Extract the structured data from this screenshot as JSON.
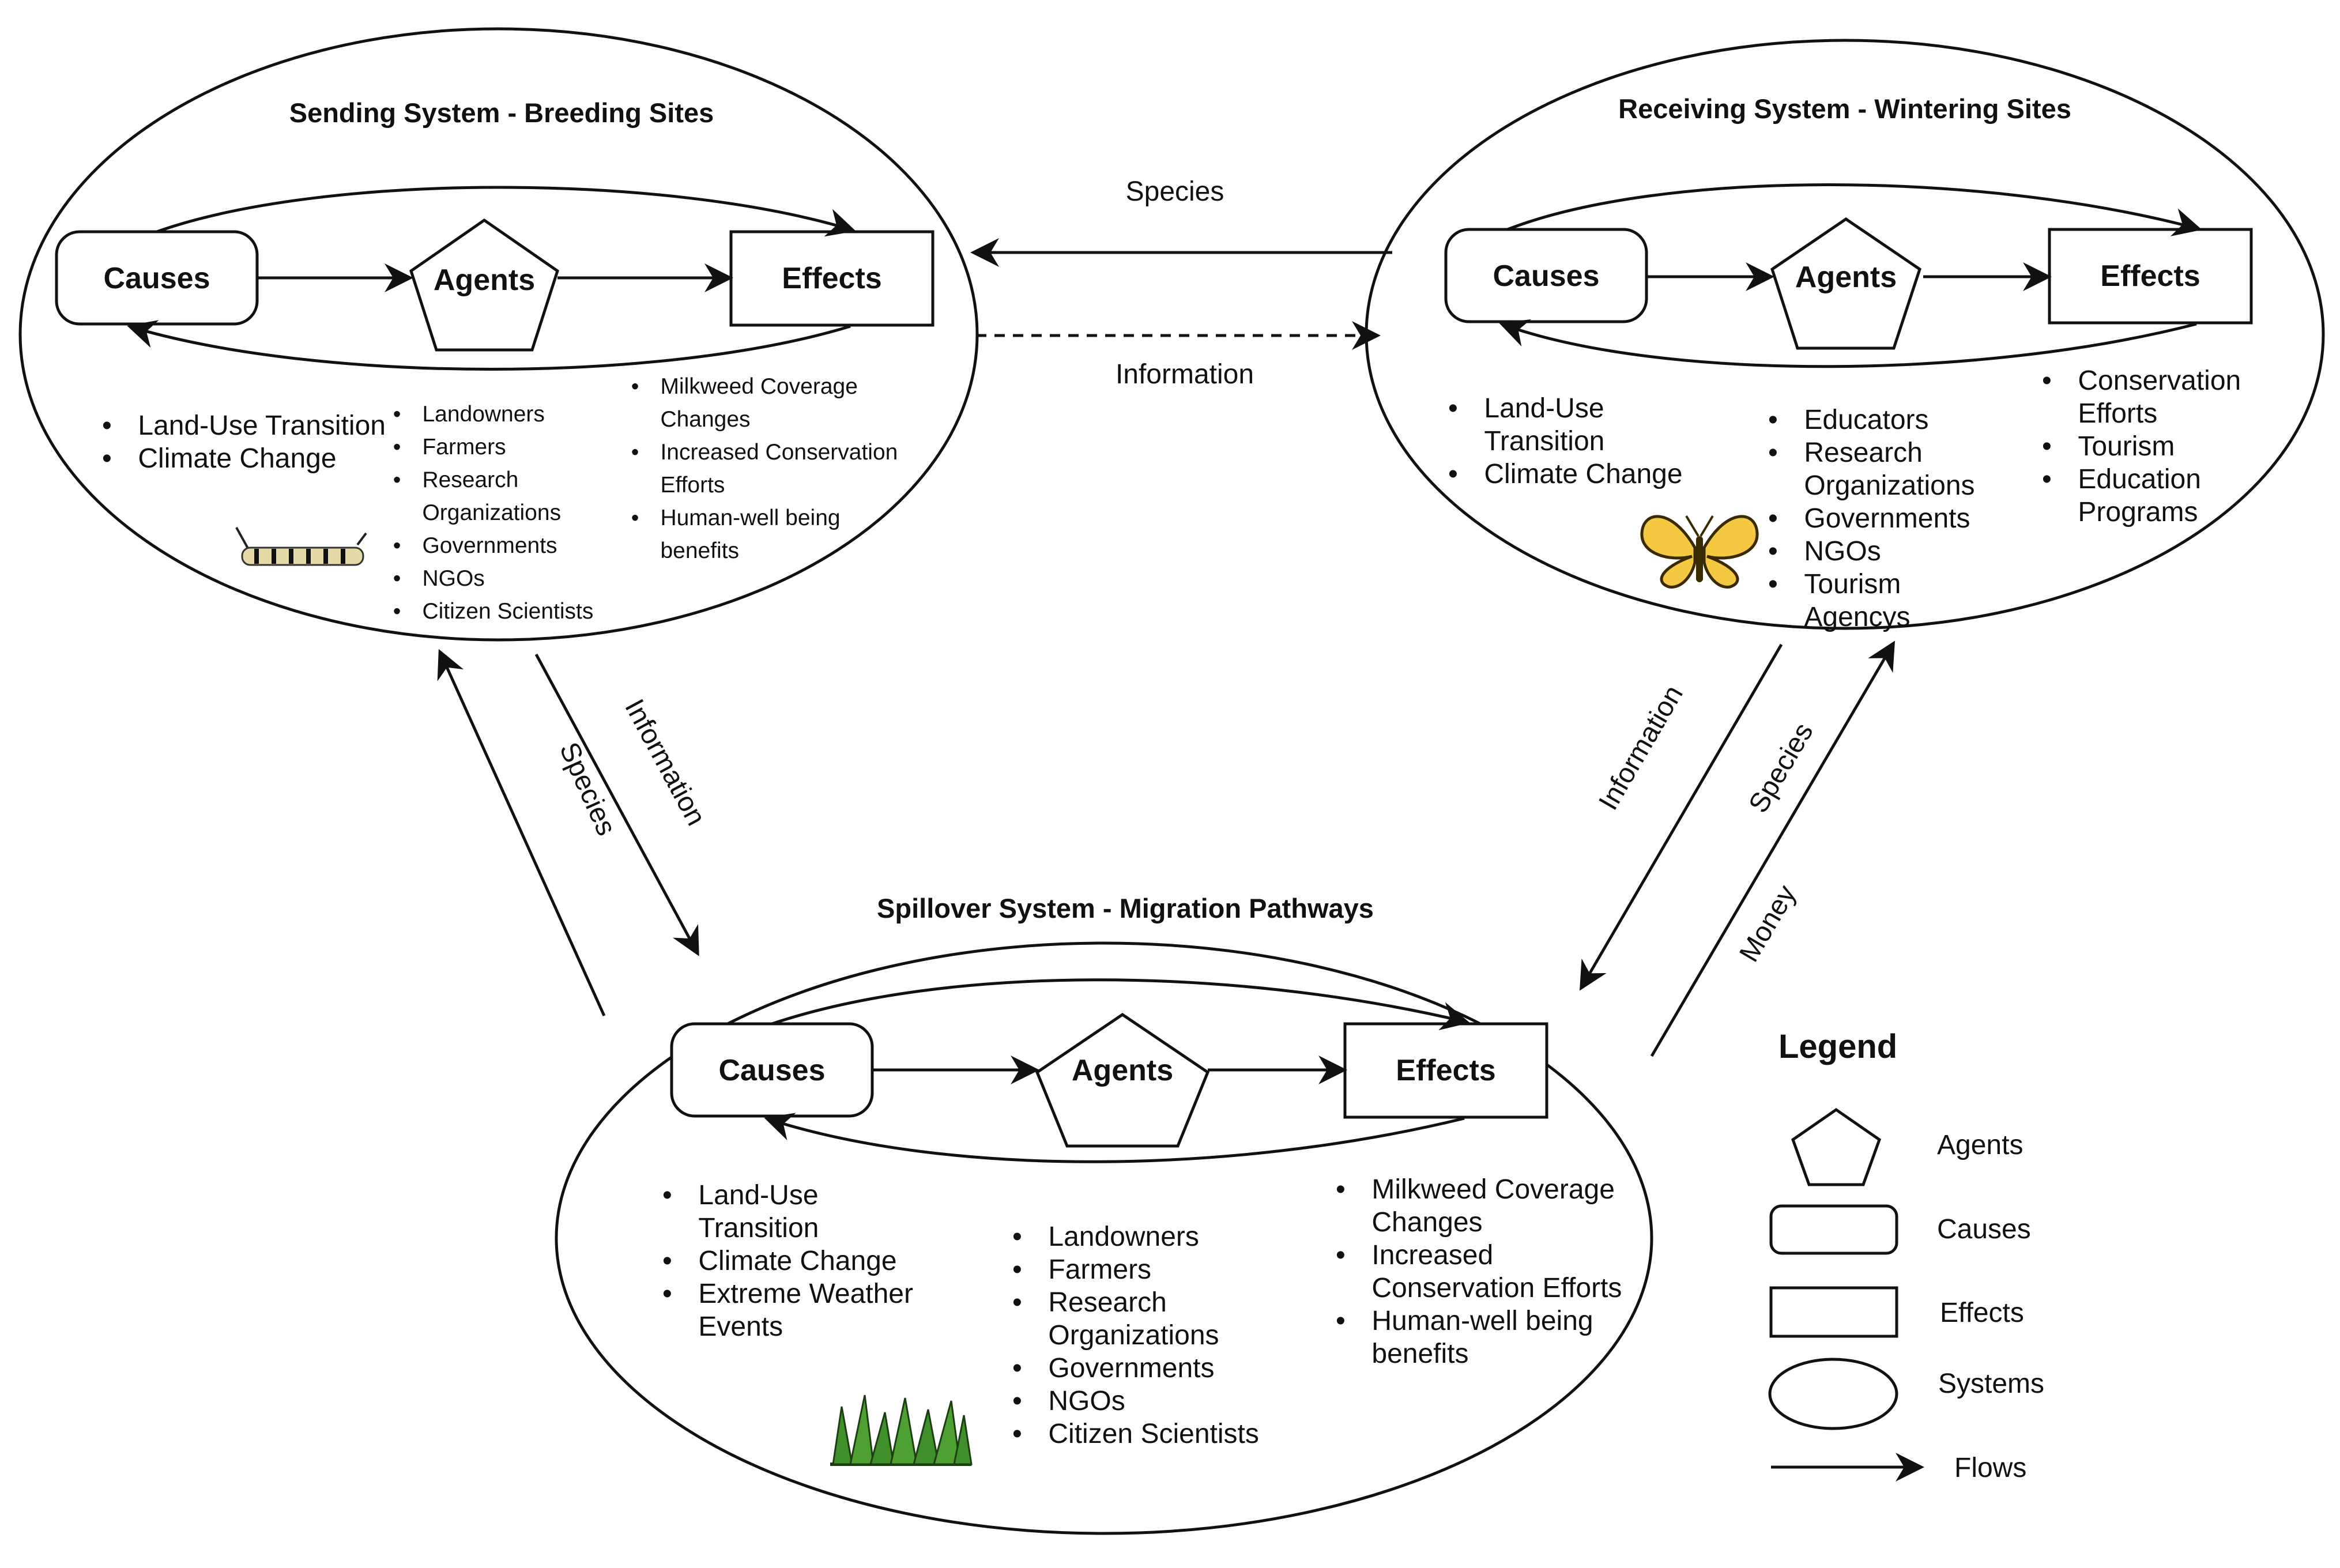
{
  "systems": {
    "sending": {
      "title": "Sending System - Breeding Sites",
      "causes_label": "Causes",
      "agents_label": "Agents",
      "effects_label": "Effects",
      "causes": [
        "Land-Use Transition",
        "Climate Change"
      ],
      "agents": [
        "Landowners",
        "Farmers",
        "Research Organizations",
        "Governments",
        "NGOs",
        "Citizen Scientists"
      ],
      "effects": [
        "Milkweed Coverage Changes",
        "Increased Conservation Efforts",
        "Human-well being benefits"
      ],
      "icon": "caterpillar-icon"
    },
    "receiving": {
      "title": "Receiving System - Wintering Sites",
      "causes_label": "Causes",
      "agents_label": "Agents",
      "effects_label": "Effects",
      "causes": [
        "Land-Use Transition",
        "Climate Change"
      ],
      "agents": [
        "Educators",
        "Research Organizations",
        "Governments",
        "NGOs",
        "Tourism Agencys"
      ],
      "effects": [
        "Conservation Efforts",
        "Tourism",
        "Education Programs"
      ],
      "icon": "butterfly-icon"
    },
    "spillover": {
      "title": "Spillover System - Migration Pathways",
      "causes_label": "Causes",
      "agents_label": "Agents",
      "effects_label": "Effects",
      "causes": [
        "Land-Use Transition",
        "Climate Change",
        "Extreme Weather Events"
      ],
      "agents": [
        "Landowners",
        "Farmers",
        "Research Organizations",
        "Governments",
        "NGOs",
        "Citizen Scientists"
      ],
      "effects": [
        "Milkweed Coverage Changes",
        "Increased Conservation Efforts",
        "Human-well being benefits"
      ],
      "icon": "grass-icon"
    }
  },
  "flows": {
    "receiving_to_sending": "Species",
    "sending_to_receiving": "Information",
    "spillover_to_sending": "Species",
    "sending_to_spillover": "Information",
    "receiving_to_spillover": "Information",
    "spillover_to_receiving_species": "Species",
    "spillover_to_receiving_money": "Money"
  },
  "legend": {
    "title": "Legend",
    "agents": "Agents",
    "causes": "Causes",
    "effects": "Effects",
    "systems": "Systems",
    "flows": "Flows"
  }
}
